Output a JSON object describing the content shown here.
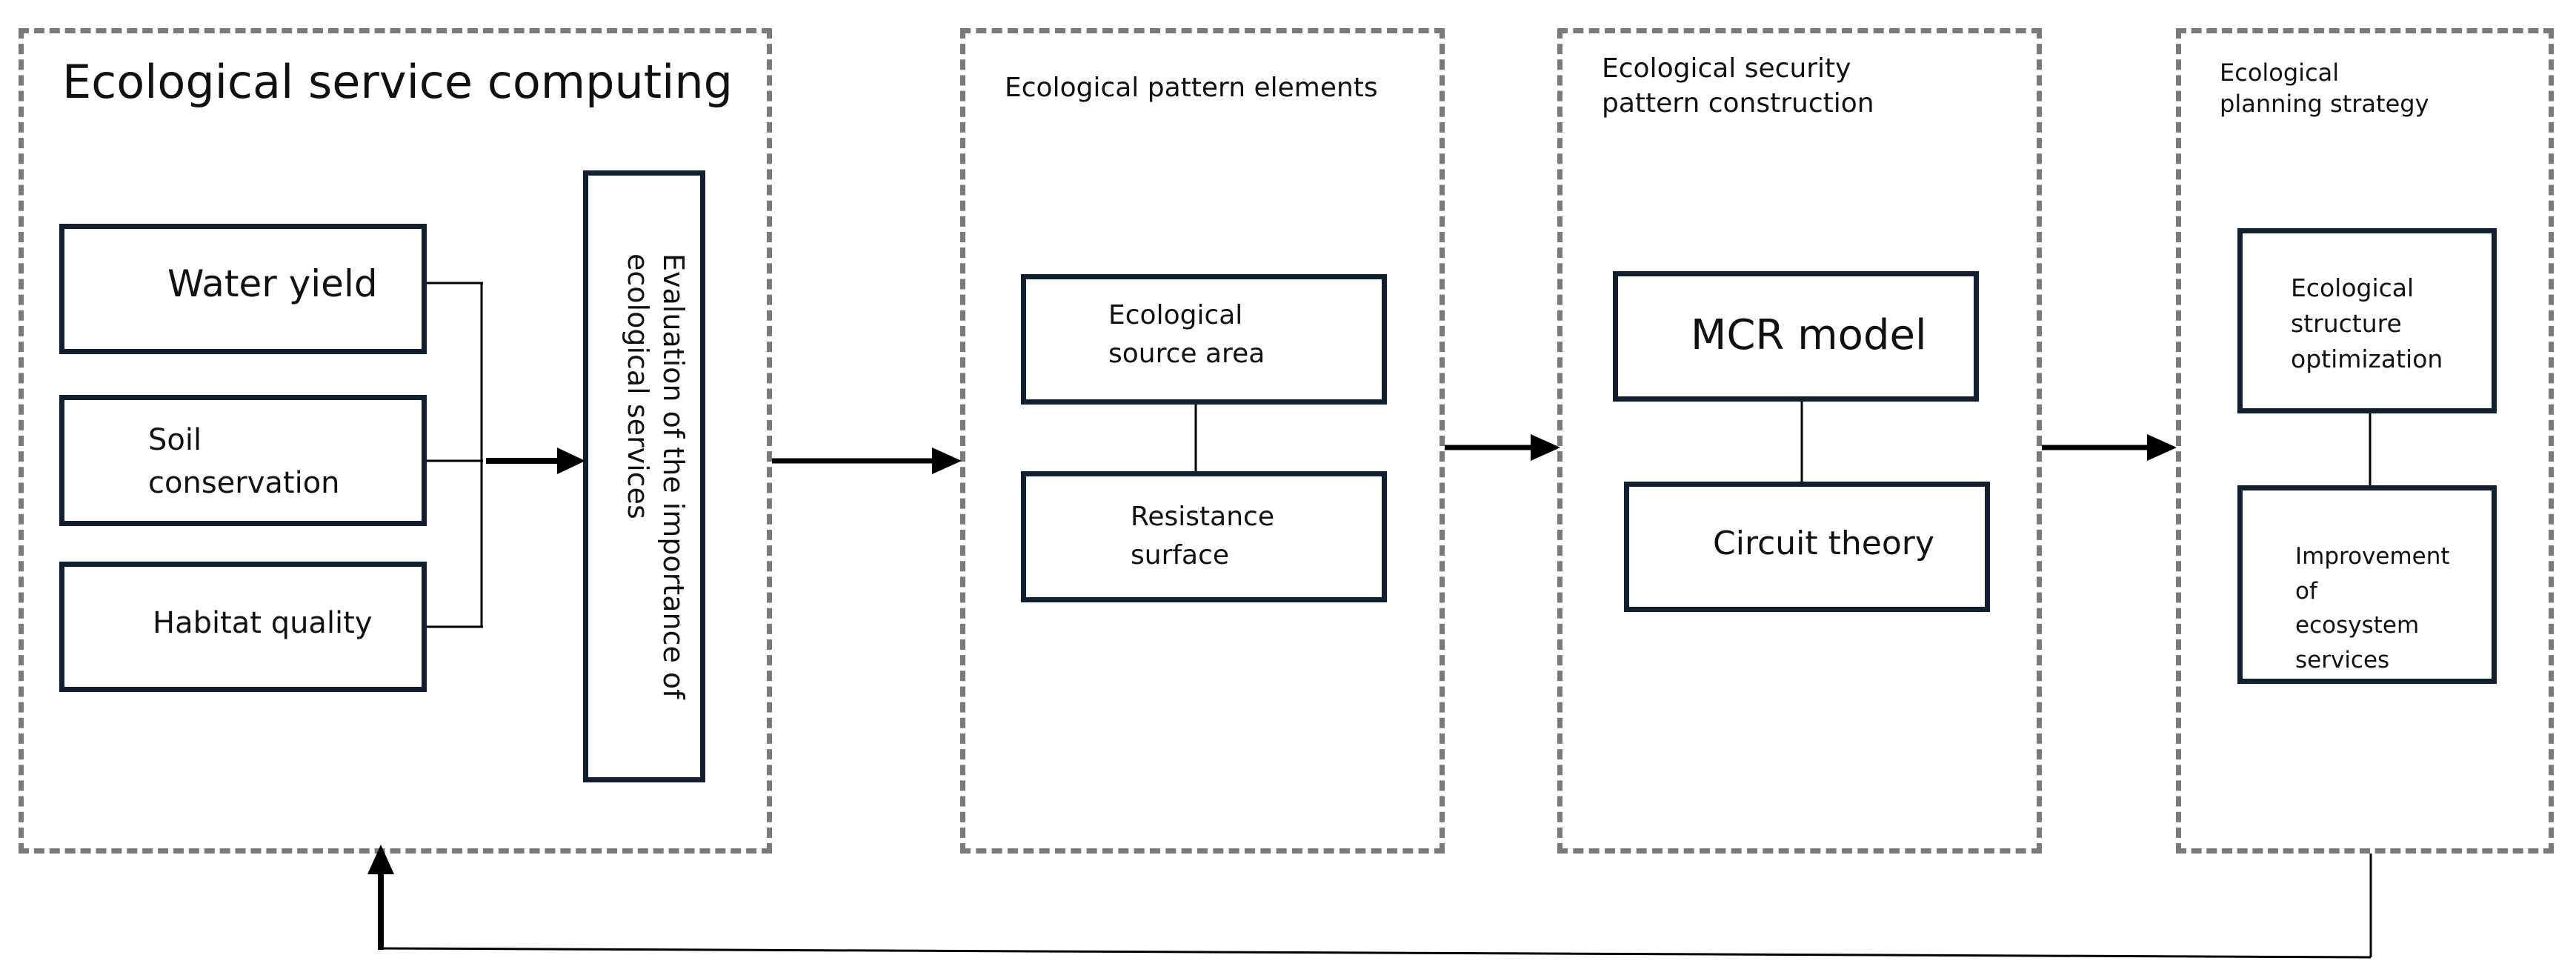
{
  "panels": {
    "service": {
      "title": "Ecological service computing"
    },
    "pattern": {
      "title": "Ecological pattern elements"
    },
    "security": {
      "title": "Ecological security pattern construction"
    },
    "planning": {
      "title": "Ecological planning strategy"
    }
  },
  "service_boxes": {
    "water_yield": "Water yield",
    "soil_conservation": "Soil conservation",
    "habitat_quality": "Habitat quality",
    "evaluation_line1": "Evaluation of the importance of",
    "evaluation_line2": "ecological services"
  },
  "pattern_boxes": {
    "source_area": "Ecological source area",
    "resistance_surface": "Resistance surface"
  },
  "security_boxes": {
    "mcr_model": "MCR model",
    "circuit_theory": "Circuit theory"
  },
  "planning_boxes": {
    "structure_optimization": "Ecological structure optimization",
    "ecosystem_improvement": "Improvement of ecosystem services"
  },
  "colors": {
    "dashed_border": "#7a7a7a",
    "box_border": "#102030",
    "arrow": "#000000"
  }
}
